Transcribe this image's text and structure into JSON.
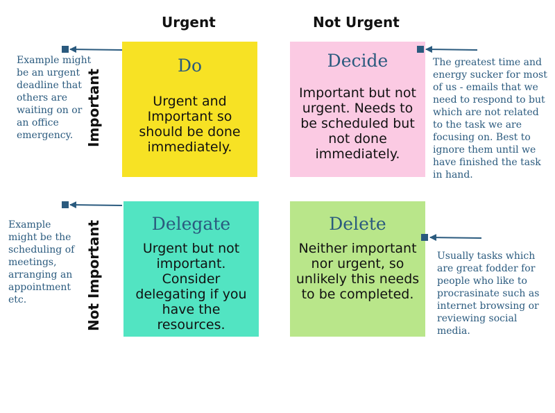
{
  "columns": {
    "urgent": "Urgent",
    "not_urgent": "Not Urgent"
  },
  "rows": {
    "important": "Important",
    "not_important": "Not Important"
  },
  "quadrants": {
    "do": {
      "title": "Do",
      "body": "Urgent and Important so should be done immediately.",
      "color": "#f7e224"
    },
    "decide": {
      "title": "Decide",
      "body": "Important but not urgent. Needs to be scheduled but not done immediately.",
      "color": "#fbcae3"
    },
    "delegate": {
      "title": "Delegate",
      "body": "Urgent but not important. Consider delegating if you have the resources.",
      "color": "#52e4c2"
    },
    "delete": {
      "title": "Delete",
      "body": "Neither important nor urgent, so unlikely this needs to be completed.",
      "color": "#b9e68a"
    }
  },
  "notes": {
    "do": "Example might be an urgent deadline that others are waiting on or an office emergency.",
    "decide": "The greatest time and energy sucker for most of us - emails that we need to respond to but which are not related to the task we are focusing on. Best to ignore them until we have finished the task in hand.",
    "delegate": "Example might be the scheduling of meetings, arranging an appointment etc.",
    "delete": "Usually tasks which are great fodder for people who like to procrasinate such as internet browsing or reviewing social media."
  },
  "colors": {
    "accent": "#2a5a7e"
  }
}
